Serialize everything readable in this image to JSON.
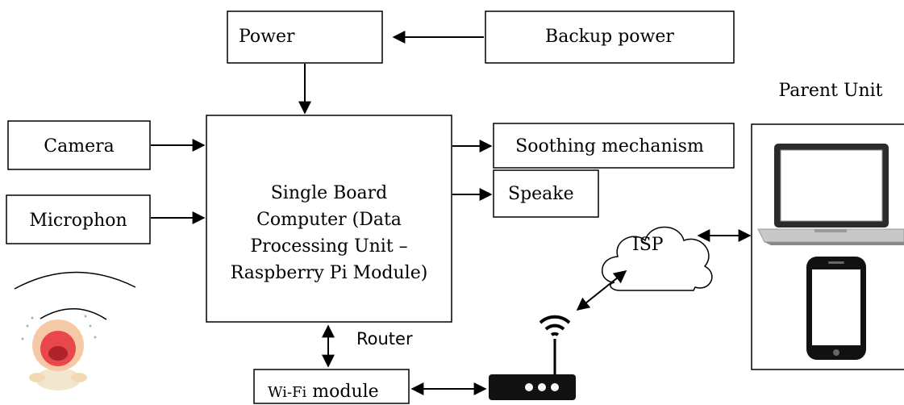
{
  "blocks": {
    "power": "Power",
    "backup_power": "Backup power",
    "camera": "Camera",
    "microphone": "Microphon",
    "sbc_line1": "Single Board",
    "sbc_line2": "Computer (Data",
    "sbc_line3": "Processing Unit –",
    "sbc_line4": "Raspberry Pi Module)",
    "soothing": "Soothing mechanism",
    "speaker": "Speake",
    "wifi_prefix": "Wi-Fi",
    "wifi_suffix": " module",
    "isp": "ISP"
  },
  "labels": {
    "parent_unit": "Parent Unit",
    "router": "Router"
  }
}
